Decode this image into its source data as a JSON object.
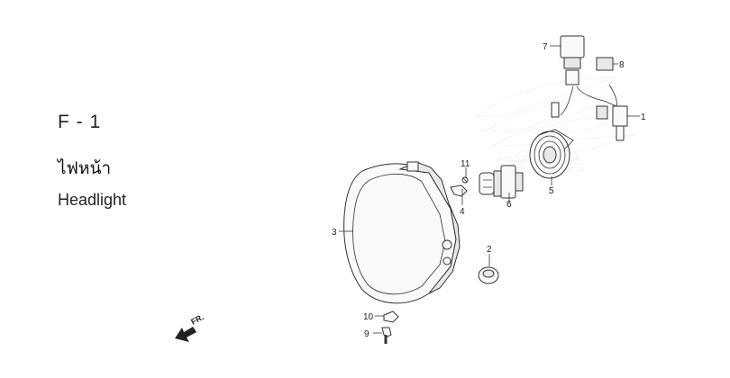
{
  "title": {
    "code": "F - 1",
    "thai": "ไฟหน้า",
    "english": "Headlight"
  },
  "direction_label": "FR.",
  "callouts": {
    "p1": "1",
    "p2": "2",
    "p3": "3",
    "p4": "4",
    "p5": "5",
    "p6": "6",
    "p7": "7",
    "p8": "8",
    "p9": "9",
    "p10": "10",
    "p11": "11"
  },
  "watermark_text": "HONDA"
}
